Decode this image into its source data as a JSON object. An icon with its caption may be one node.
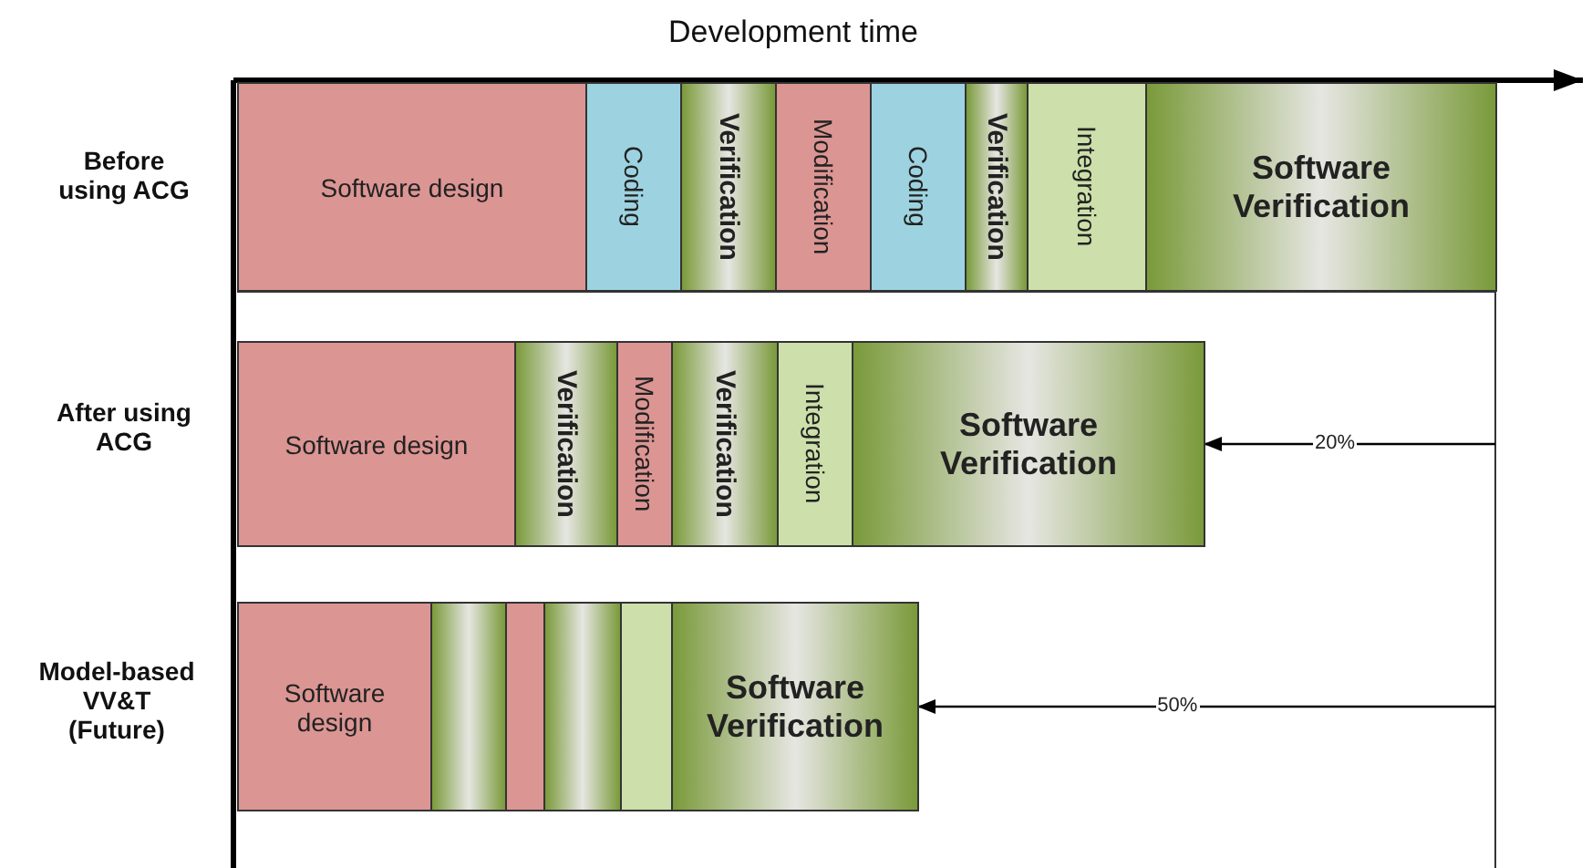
{
  "diagram": {
    "nodes": [
      {
        "text": [
          "Software design"
        ]
      },
      {
        "text": [
          "Coding"
        ]
      },
      {
        "text": [
          "Verification"
        ]
      },
      {
        "text": [
          "Modification"
        ]
      },
      {
        "text": [
          "Coding"
        ]
      },
      {
        "text": [
          "Verification"
        ]
      },
      {
        "text": [
          "Integration"
        ]
      },
      {
        "text": [
          "Software Verification"
        ]
      },
      {
        "text": [
          "Software design"
        ]
      },
      {
        "text": [
          "Verification"
        ]
      },
      {
        "text": [
          "Modification"
        ]
      },
      {
        "text": [
          "Verification"
        ]
      },
      {
        "text": [
          "Integration"
        ]
      },
      {
        "text": [
          "Software Verification"
        ]
      },
      {
        "text": [
          "Software design"
        ]
      },
      {
        "text": [],
        "shape": "bar"
      },
      {
        "text": [],
        "shape": "bar"
      },
      {
        "text": [],
        "shape": "bar"
      },
      {
        "text": [],
        "shape": "bar"
      },
      {
        "text": [
          "Software Verification"
        ]
      }
    ],
    "edges": [
      {
        "from": null,
        "to": 13,
        "arrow": "to",
        "label": "20%"
      },
      {
        "from": null,
        "to": 19,
        "arrow": "to",
        "label": "50%"
      }
    ],
    "labels": [
      "Development time",
      "Before using ACG",
      "After using ACG",
      "Model-based VV&T (Future)"
    ]
  }
}
